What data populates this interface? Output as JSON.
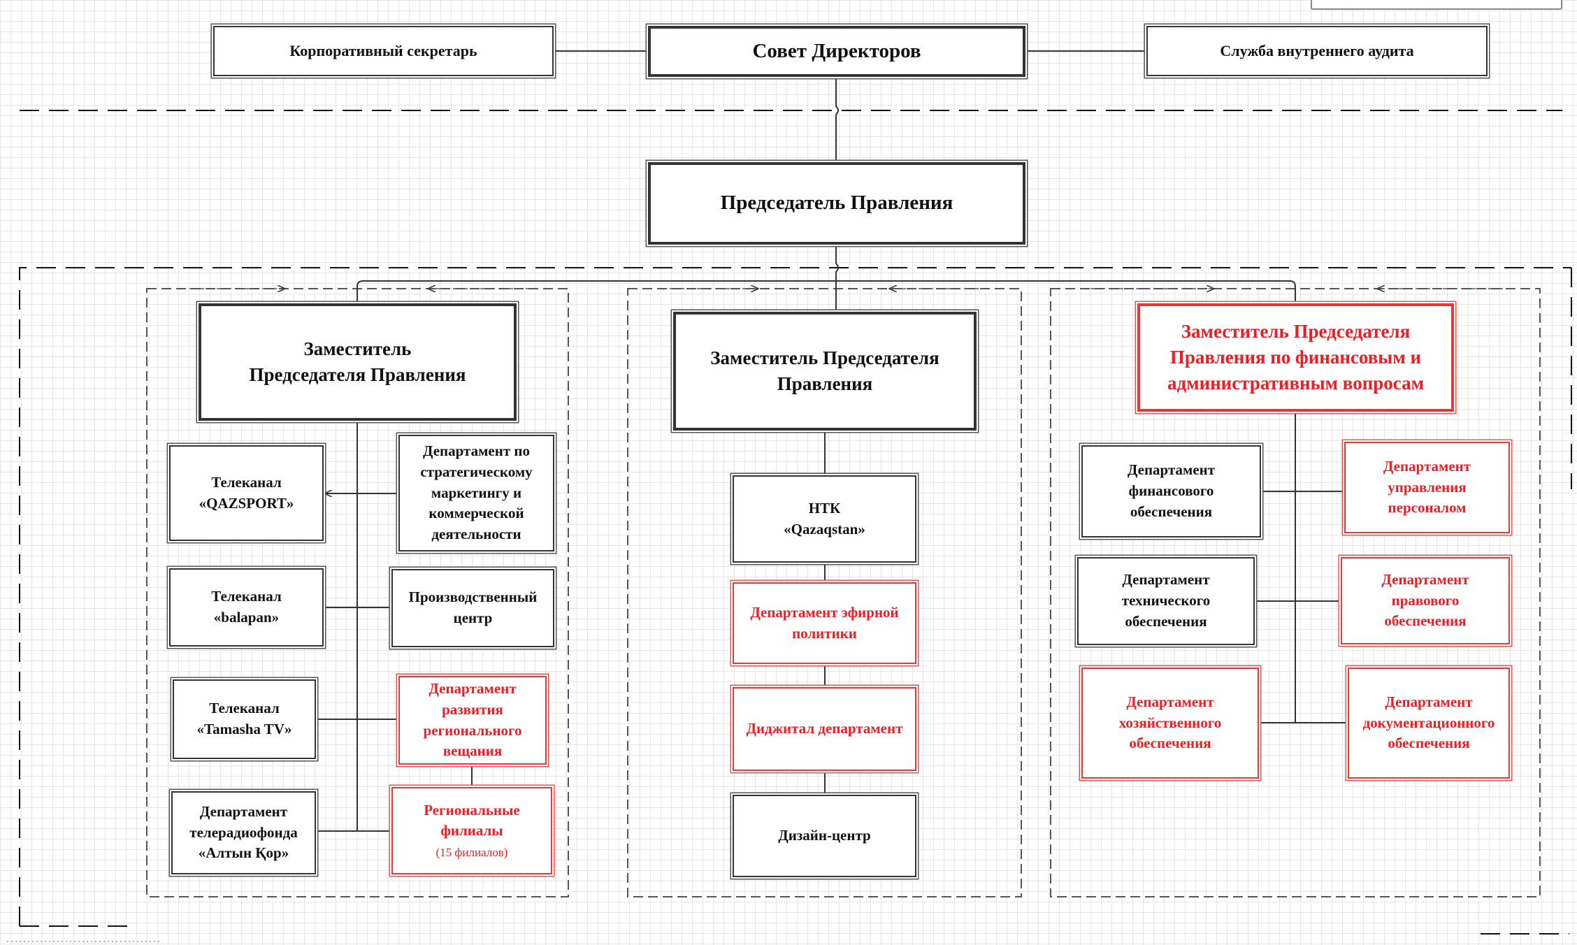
{
  "board": {
    "label": "Совет Директоров"
  },
  "corporate_secretary": {
    "label": "Корпоративный секретарь"
  },
  "internal_audit": {
    "label": "Служба внутреннего аудита"
  },
  "chairman": {
    "label": "Председатель Правления"
  },
  "columns": [
    {
      "deputy": {
        "label": "Заместитель\nПредседателя Правления",
        "highlight": false
      },
      "left_units": [
        {
          "label": "Телеканал\n«QAZSPORT»",
          "highlight": false
        },
        {
          "label": "Телеканал\n«balapan»",
          "highlight": false
        },
        {
          "label": "Телеканал\n«Tamasha TV»",
          "highlight": false
        },
        {
          "label": "Департамент\nтелерадиофонда\n«Алтын Қор»",
          "highlight": false
        }
      ],
      "right_units": [
        {
          "label": "Департамент по\nстратегическому\nмаркетингу и\nкоммерческой\nдеятельности",
          "highlight": false
        },
        {
          "label": "Производственный\nцентр",
          "highlight": false
        },
        {
          "label": "Департамент\nразвития\nрегионального\nвещания",
          "highlight": true
        },
        {
          "label": "Региональные\nфилиалы",
          "note": "(15 филиалов)",
          "highlight": true
        }
      ]
    },
    {
      "deputy": {
        "label": "Заместитель Председателя\nПравления",
        "highlight": false
      },
      "units": [
        {
          "label": "НТК\n«Qazaqstan»",
          "highlight": false
        },
        {
          "label": "Департамент эфирной\nполитики",
          "highlight": true
        },
        {
          "label": "Диджитал департамент",
          "highlight": true
        },
        {
          "label": "Дизайн-центр",
          "highlight": false
        }
      ]
    },
    {
      "deputy": {
        "label": "Заместитель Председателя\nПравления по финансовым и\nадминистративным вопросам",
        "highlight": true
      },
      "left_units": [
        {
          "label": "Департамент\nфинансового\nобеспечения",
          "highlight": false
        },
        {
          "label": "Департамент\nтехнического\nобеспечения",
          "highlight": false
        },
        {
          "label": "Департамент\nхозяйственного\nобеспечения",
          "highlight": true
        }
      ],
      "right_units": [
        {
          "label": "Департамент\nуправления\nперсоналом",
          "highlight": true
        },
        {
          "label": "Департамент\nправового\nобеспечения",
          "highlight": true
        },
        {
          "label": "Департамент\nдокументационного\nобеспечения",
          "highlight": true
        }
      ]
    }
  ],
  "colors": {
    "highlight": "#ee1c24",
    "line": "#333333",
    "grid": "#e6e6e6"
  }
}
